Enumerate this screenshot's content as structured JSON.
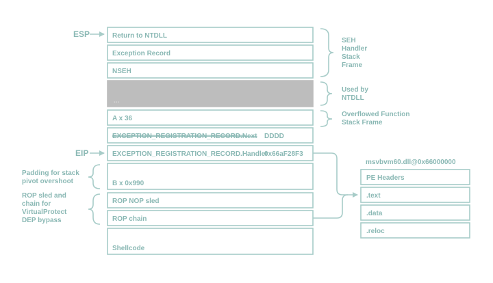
{
  "registers": {
    "esp": "ESP",
    "eip": "EIP"
  },
  "stack": {
    "return_to_ntdll": "Return to NTDLL",
    "exception_record": "Exception Record",
    "nseh": "NSEH",
    "reserved": "...",
    "a_fill": "A x 36",
    "next_record": "EXCEPTION_REGISTRATION_RECORD.Next",
    "next_value": "DDDD",
    "handler_record": "EXCEPTION_REGISTRATION_RECORD.Handler",
    "handler_value": "0x66aF28F3",
    "b_fill": "B x 0x990",
    "rop_nop_sled": "ROP NOP sled",
    "rop_chain": "ROP chain",
    "shellcode": "Shellcode"
  },
  "right_braces": {
    "seh_frame": [
      "SEH",
      "Handler",
      "Stack",
      "Frame"
    ],
    "used_by_ntdll": [
      "Used by",
      "NTDLL"
    ],
    "overflowed": [
      "Overflowed Function",
      "Stack Frame"
    ]
  },
  "left_braces": {
    "padding": [
      "Padding for stack",
      "pivot overshoot"
    ],
    "rop": [
      "ROP sled and",
      "chain for",
      "VirtualProtect",
      "DEP bypass"
    ]
  },
  "module": {
    "title": "msvbvm60.dll@0x66000000",
    "sections": [
      "PE Headers",
      ".text",
      ".data",
      ".reloc"
    ]
  },
  "colors": {
    "accent": "#8ab8b4",
    "border": "#a7ccc8",
    "filler": "#bdbdbd"
  }
}
